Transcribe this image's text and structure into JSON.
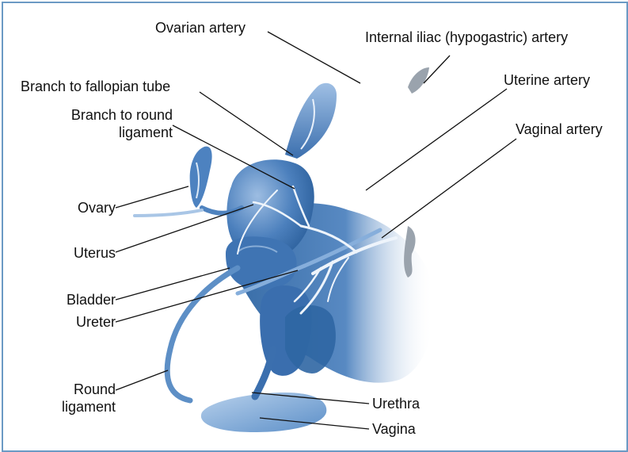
{
  "labels": {
    "ovarian_artery": "Ovarian artery",
    "internal_iliac_artery": "Internal iliac (hypogastric) artery",
    "branch_fallopian_tube": "Branch to fallopian tube",
    "uterine_artery": "Uterine artery",
    "branch_round_ligament_line1": "Branch to round",
    "branch_round_ligament_line2": "ligament",
    "vaginal_artery": "Vaginal artery",
    "ovary": "Ovary",
    "uterus": "Uterus",
    "bladder": "Bladder",
    "ureter": "Ureter",
    "round_ligament_line1": "Round",
    "round_ligament_line2": "ligament",
    "urethra": "Urethra",
    "vagina": "Vagina"
  },
  "colors": {
    "frame_border": "#6b9ac4",
    "organ_dark": "#2f66a3",
    "organ_mid": "#5d8fc6",
    "organ_light": "#a9c6e6",
    "artery_highlight": "#eef4fb",
    "leader_line": "#111111"
  }
}
